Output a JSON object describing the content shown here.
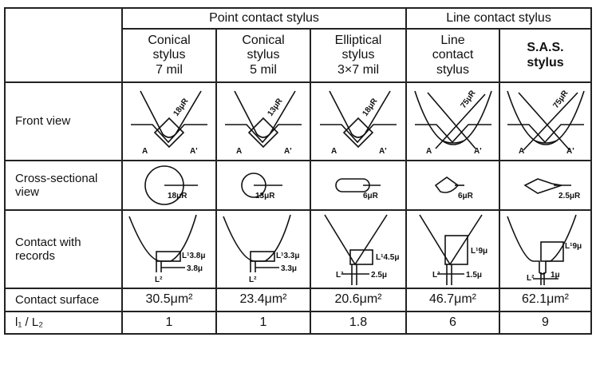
{
  "header": {
    "groups": [
      "Point contact stylus",
      "Line contact stylus"
    ],
    "columns": [
      {
        "lines": [
          "Conical",
          "stylus",
          "7 mil"
        ]
      },
      {
        "lines": [
          "Conical",
          "stylus",
          "5 mil"
        ]
      },
      {
        "lines": [
          "Elliptical",
          "stylus",
          "3×7 mil"
        ]
      },
      {
        "lines": [
          "Line",
          "contact",
          "stylus"
        ]
      },
      {
        "lines": [
          "S.A.S.",
          "stylus"
        ]
      }
    ]
  },
  "rows": {
    "front_view": {
      "label": "Front view",
      "radius": [
        "18μR",
        "13μR",
        "18μR",
        "75μR",
        "75μR"
      ],
      "point_a": "A",
      "point_a2": "A'"
    },
    "cross_section": {
      "label_lines": [
        "Cross-sectional",
        "view"
      ],
      "radius": [
        "18μR",
        "13μR",
        "6μR",
        "6μR",
        "2.5μR"
      ]
    },
    "contact": {
      "label_lines": [
        "Contact with",
        "records"
      ],
      "l1": [
        "L¹3.8μ",
        "L¹3.3μ",
        "L¹4.5μ",
        "L¹9μ",
        "L¹9μ"
      ],
      "l2": [
        "3.8μ",
        "3.3μ",
        "2.5μ",
        "1.5μ",
        "1μ"
      ],
      "l2_label": "L²"
    },
    "surface": {
      "label": "Contact surface",
      "values": [
        "30.5μm²",
        "23.4μm²",
        "20.6μm²",
        "46.7μm²",
        "62.1μm²"
      ]
    },
    "ratio": {
      "label": "l₁ / L₂",
      "values": [
        "1",
        "1",
        "1.8",
        "6",
        "9"
      ]
    }
  }
}
